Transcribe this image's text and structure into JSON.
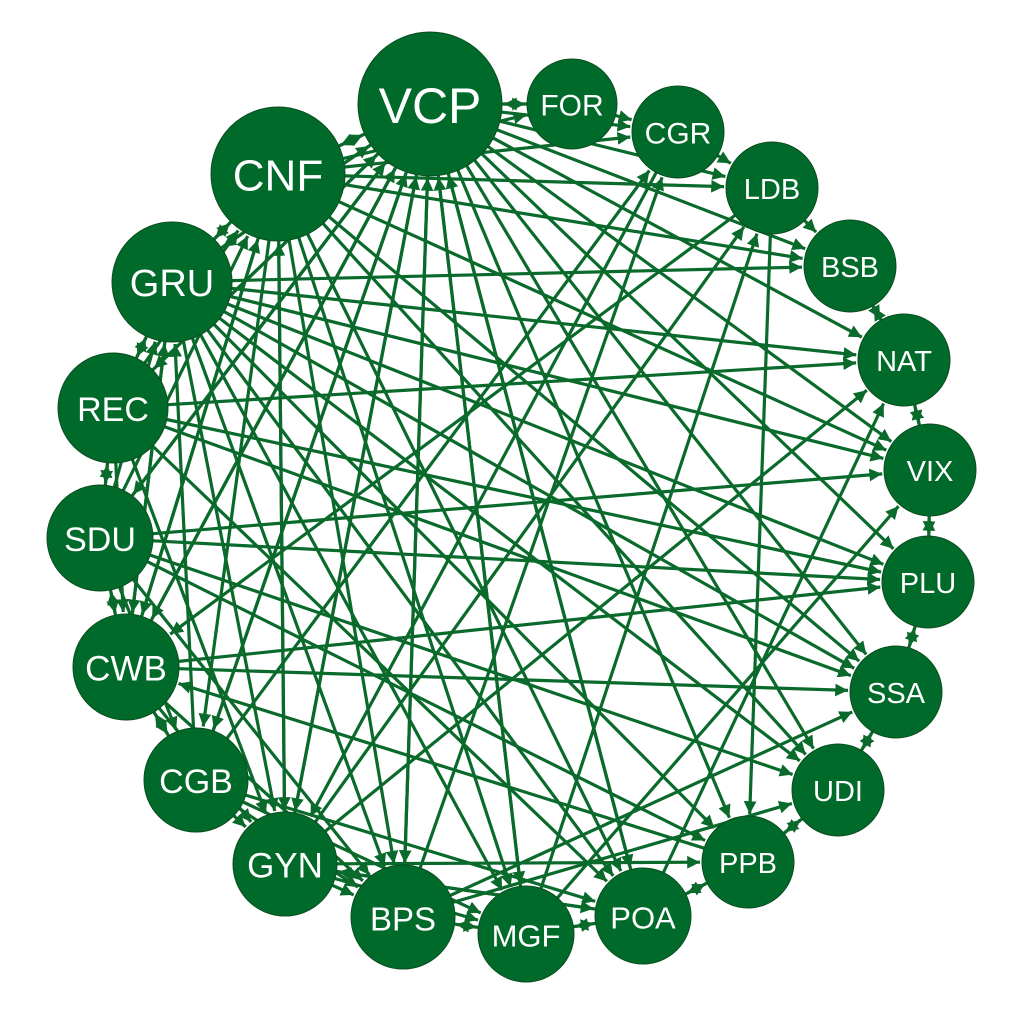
{
  "colors": {
    "node": "#006a2b",
    "edge": "#0a6a2b",
    "label": "#ffffff",
    "background": "#ffffff"
  },
  "nodes": [
    {
      "id": "VCP"
    },
    {
      "id": "FOR"
    },
    {
      "id": "CGR"
    },
    {
      "id": "LDB"
    },
    {
      "id": "BSB"
    },
    {
      "id": "NAT"
    },
    {
      "id": "VIX"
    },
    {
      "id": "PLU"
    },
    {
      "id": "SSA"
    },
    {
      "id": "UDI"
    },
    {
      "id": "PPB"
    },
    {
      "id": "POA"
    },
    {
      "id": "MGF"
    },
    {
      "id": "BPS"
    },
    {
      "id": "GYN"
    },
    {
      "id": "CGB"
    },
    {
      "id": "CWB"
    },
    {
      "id": "SDU"
    },
    {
      "id": "REC"
    },
    {
      "id": "GRU"
    },
    {
      "id": "CNF"
    }
  ],
  "edges": [
    [
      "VCP",
      "FOR"
    ],
    [
      "VCP",
      "CGR"
    ],
    [
      "VCP",
      "LDB"
    ],
    [
      "VCP",
      "BSB"
    ],
    [
      "VCP",
      "NAT"
    ],
    [
      "VCP",
      "VIX"
    ],
    [
      "VCP",
      "PLU"
    ],
    [
      "VCP",
      "SSA"
    ],
    [
      "VCP",
      "UDI"
    ],
    [
      "VCP",
      "PPB"
    ],
    [
      "VCP",
      "POA"
    ],
    [
      "VCP",
      "MGF"
    ],
    [
      "VCP",
      "BPS"
    ],
    [
      "VCP",
      "GYN"
    ],
    [
      "VCP",
      "CGB"
    ],
    [
      "VCP",
      "CWB"
    ],
    [
      "VCP",
      "SDU"
    ],
    [
      "VCP",
      "REC"
    ],
    [
      "VCP",
      "GRU"
    ],
    [
      "VCP",
      "CNF"
    ],
    [
      "CNF",
      "VCP"
    ],
    [
      "CNF",
      "FOR"
    ],
    [
      "CNF",
      "CGR"
    ],
    [
      "CNF",
      "LDB"
    ],
    [
      "CNF",
      "BSB"
    ],
    [
      "CNF",
      "VIX"
    ],
    [
      "CNF",
      "SSA"
    ],
    [
      "CNF",
      "UDI"
    ],
    [
      "CNF",
      "POA"
    ],
    [
      "CNF",
      "MGF"
    ],
    [
      "CNF",
      "BPS"
    ],
    [
      "CNF",
      "GYN"
    ],
    [
      "CNF",
      "CGB"
    ],
    [
      "CNF",
      "CWB"
    ],
    [
      "CNF",
      "GRU"
    ],
    [
      "GRU",
      "VCP"
    ],
    [
      "GRU",
      "CNF"
    ],
    [
      "GRU",
      "BSB"
    ],
    [
      "GRU",
      "NAT"
    ],
    [
      "GRU",
      "VIX"
    ],
    [
      "GRU",
      "PLU"
    ],
    [
      "GRU",
      "SSA"
    ],
    [
      "GRU",
      "UDI"
    ],
    [
      "GRU",
      "PPB"
    ],
    [
      "GRU",
      "POA"
    ],
    [
      "GRU",
      "MGF"
    ],
    [
      "GRU",
      "BPS"
    ],
    [
      "GRU",
      "GYN"
    ],
    [
      "GRU",
      "CWB"
    ],
    [
      "GRU",
      "REC"
    ],
    [
      "REC",
      "VCP"
    ],
    [
      "REC",
      "CNF"
    ],
    [
      "REC",
      "GRU"
    ],
    [
      "REC",
      "NAT"
    ],
    [
      "REC",
      "PLU"
    ],
    [
      "REC",
      "SSA"
    ],
    [
      "REC",
      "POA"
    ],
    [
      "REC",
      "GYN"
    ],
    [
      "REC",
      "CWB"
    ],
    [
      "REC",
      "SDU"
    ],
    [
      "SDU",
      "VCP"
    ],
    [
      "SDU",
      "CNF"
    ],
    [
      "SDU",
      "GRU"
    ],
    [
      "SDU",
      "REC"
    ],
    [
      "SDU",
      "VIX"
    ],
    [
      "SDU",
      "PLU"
    ],
    [
      "SDU",
      "UDI"
    ],
    [
      "SDU",
      "PPB"
    ],
    [
      "SDU",
      "BPS"
    ],
    [
      "SDU",
      "CWB"
    ],
    [
      "SDU",
      "CGB"
    ],
    [
      "CWB",
      "VCP"
    ],
    [
      "CWB",
      "CNF"
    ],
    [
      "CWB",
      "GRU"
    ],
    [
      "CWB",
      "SDU"
    ],
    [
      "CWB",
      "CGB"
    ],
    [
      "CWB",
      "GYN"
    ],
    [
      "CWB",
      "BPS"
    ],
    [
      "CWB",
      "SSA"
    ],
    [
      "CWB",
      "PLU"
    ],
    [
      "CGB",
      "VCP"
    ],
    [
      "CGB",
      "GRU"
    ],
    [
      "CGB",
      "CWB"
    ],
    [
      "CGB",
      "GYN"
    ],
    [
      "CGB",
      "BPS"
    ],
    [
      "CGB",
      "MGF"
    ],
    [
      "CGB",
      "POA"
    ],
    [
      "CGB",
      "CGR"
    ],
    [
      "GYN",
      "VCP"
    ],
    [
      "GYN",
      "CNF"
    ],
    [
      "GYN",
      "BPS"
    ],
    [
      "GYN",
      "MGF"
    ],
    [
      "GYN",
      "POA"
    ],
    [
      "GYN",
      "PPB"
    ],
    [
      "GYN",
      "LDB"
    ],
    [
      "GYN",
      "NAT"
    ],
    [
      "BPS",
      "VCP"
    ],
    [
      "BPS",
      "MGF"
    ],
    [
      "BPS",
      "SSA"
    ],
    [
      "BPS",
      "CGR"
    ],
    [
      "BPS",
      "UDI"
    ],
    [
      "MGF",
      "VCP"
    ],
    [
      "MGF",
      "BPS"
    ],
    [
      "MGF",
      "POA"
    ],
    [
      "MGF",
      "LDB"
    ],
    [
      "MGF",
      "VIX"
    ],
    [
      "POA",
      "VCP"
    ],
    [
      "POA",
      "MGF"
    ],
    [
      "POA",
      "PPB"
    ],
    [
      "POA",
      "NAT"
    ],
    [
      "POA",
      "GYN"
    ],
    [
      "PPB",
      "POA"
    ],
    [
      "PPB",
      "UDI"
    ],
    [
      "PPB",
      "CWB"
    ],
    [
      "UDI",
      "PPB"
    ],
    [
      "UDI",
      "SSA"
    ],
    [
      "SSA",
      "UDI"
    ],
    [
      "SSA",
      "PLU"
    ],
    [
      "PLU",
      "SSA"
    ],
    [
      "PLU",
      "VIX"
    ],
    [
      "VIX",
      "PLU"
    ],
    [
      "VIX",
      "NAT"
    ],
    [
      "NAT",
      "VIX"
    ],
    [
      "NAT",
      "BSB"
    ],
    [
      "BSB",
      "NAT"
    ],
    [
      "LDB",
      "BSB"
    ],
    [
      "LDB",
      "PPB"
    ],
    [
      "LDB",
      "CWB"
    ],
    [
      "CGR",
      "LDB"
    ],
    [
      "CGR",
      "GYN"
    ],
    [
      "FOR",
      "CGR"
    ],
    [
      "FOR",
      "VCP"
    ]
  ]
}
